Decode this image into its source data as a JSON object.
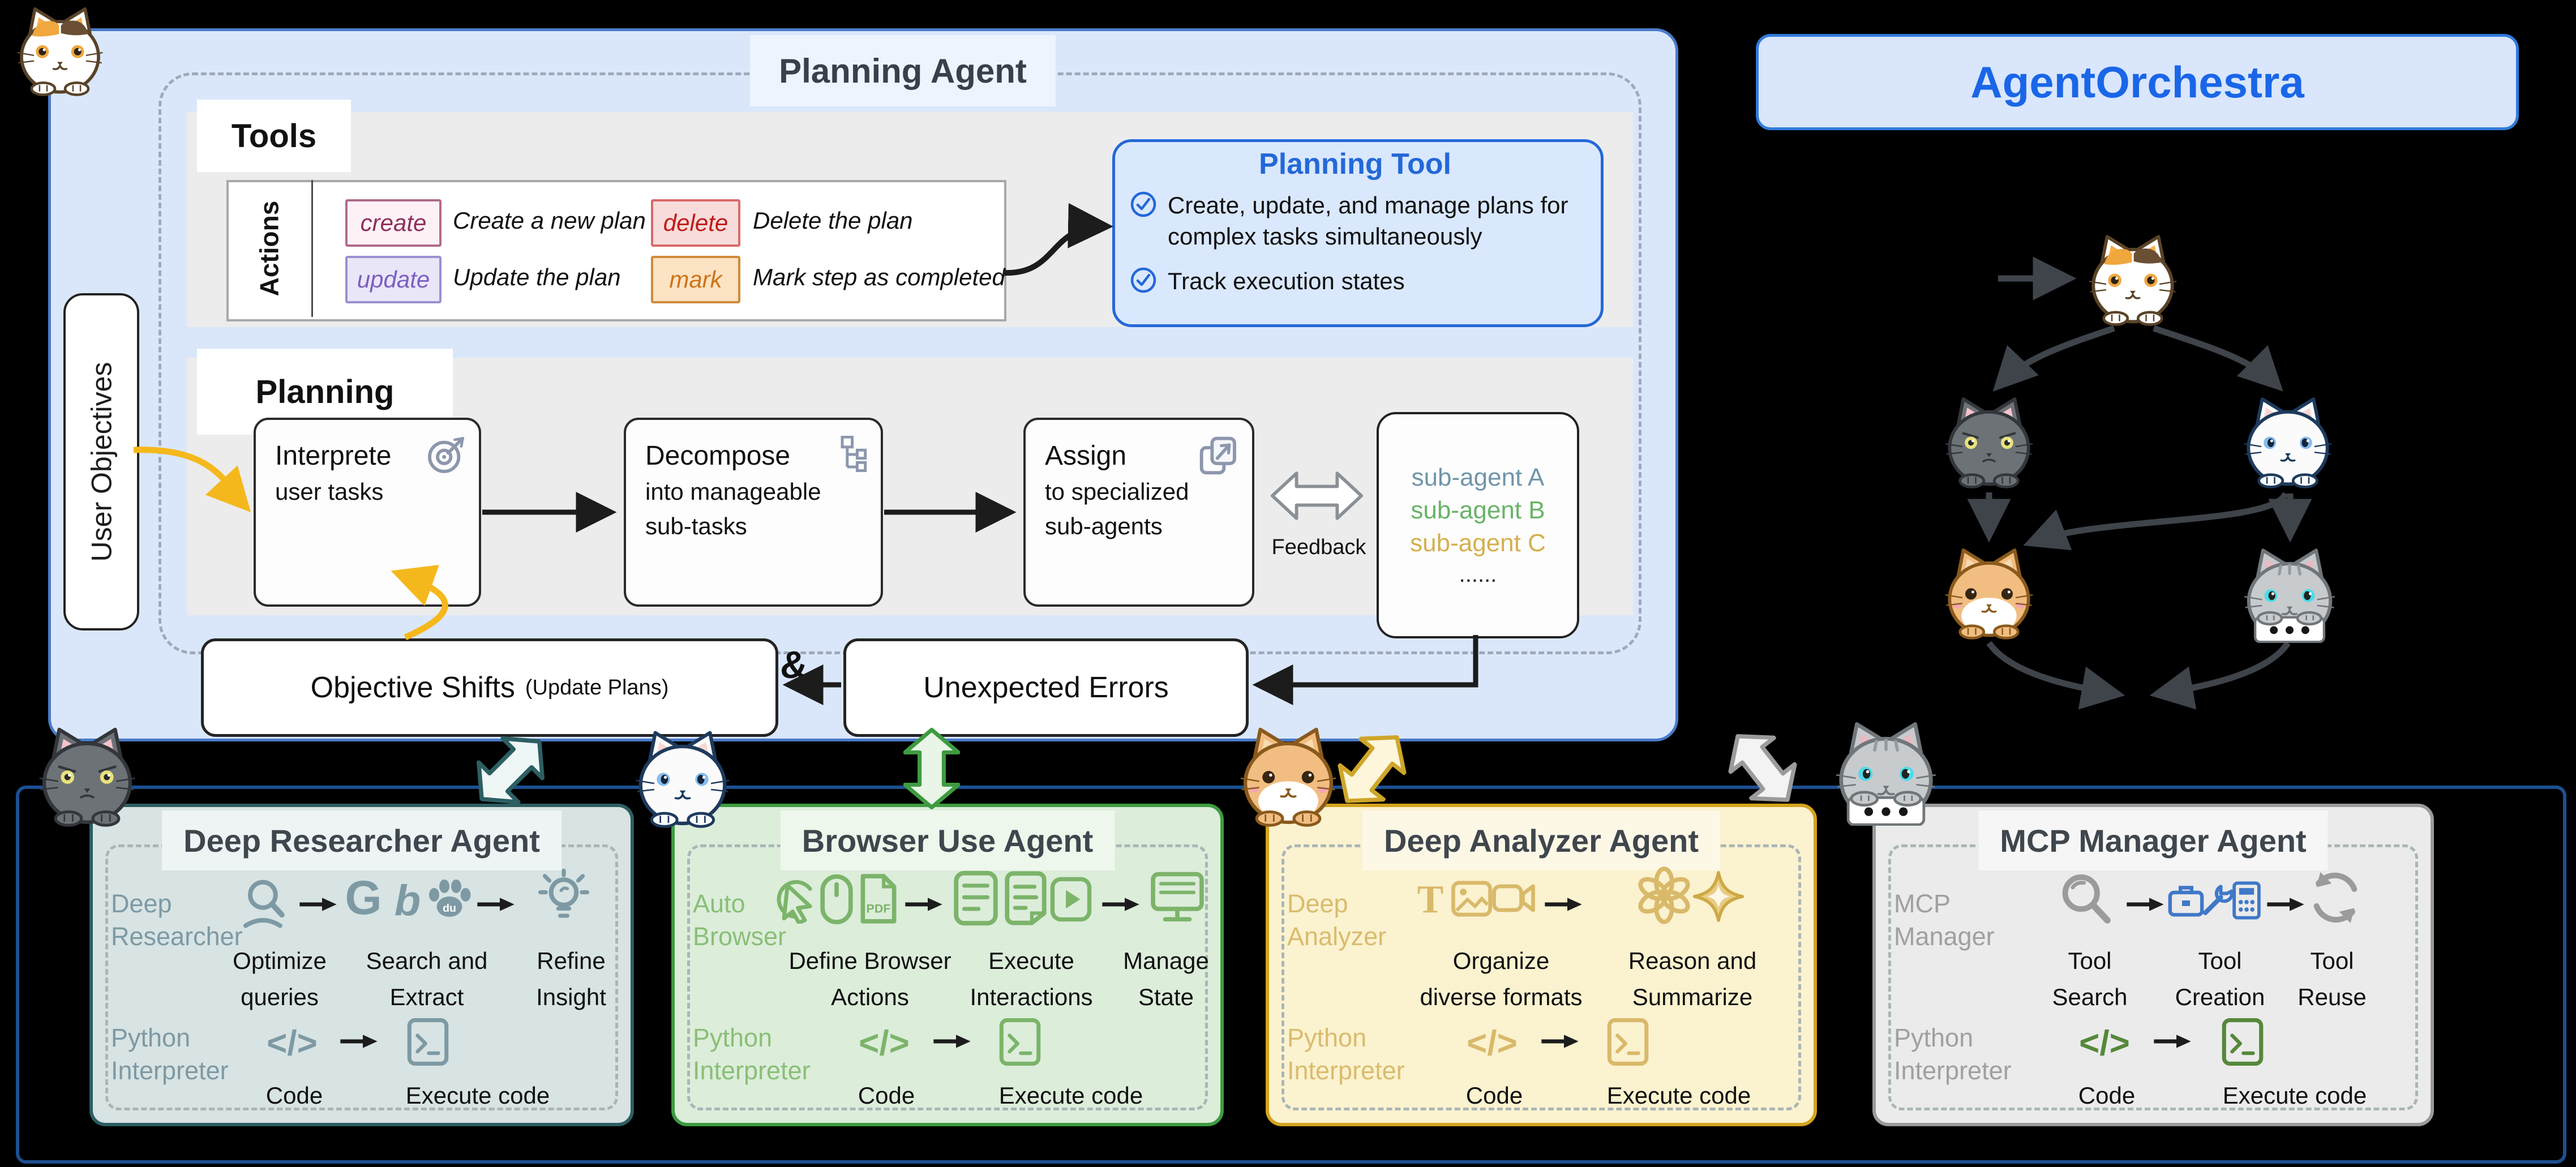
{
  "colors": {
    "planning_bg": "#dae7fb",
    "planning_border": "#4a7bc9",
    "accent_blue": "#2468d8",
    "create_tag": "#8e2f5c",
    "delete_tag": "#c11b17",
    "update_tag": "#7d5fc0",
    "mark_tag": "#ce7419",
    "subagent_a": "#7195a8",
    "subagent_b": "#69b369",
    "subagent_c": "#d4b04e",
    "researcher_theme": "#2c5e62",
    "browser_theme": "#3e9b41",
    "analyzer_theme": "#d4a31d",
    "mcp_theme": "#9a9a9a",
    "yellow_arrow": "#f5b81c",
    "bottom_border": "#1d4f91"
  },
  "planning_agent": {
    "title": "Planning Agent",
    "user_objectives": "User Objectives",
    "tools": {
      "label": "Tools",
      "actions_label": "Actions",
      "actions": [
        {
          "tag": "create",
          "desc": "Create a new plan"
        },
        {
          "tag": "delete",
          "desc": "Delete the plan"
        },
        {
          "tag": "update",
          "desc": "Update the plan"
        },
        {
          "tag": "mark",
          "desc": "Mark step as completed"
        }
      ]
    },
    "planning_tool": {
      "title": "Planning Tool",
      "bullets": [
        "Create, update, and manage plans for complex tasks simultaneously",
        "Track execution states"
      ]
    },
    "planning": {
      "label": "Planning",
      "steps": [
        [
          "Interprete",
          "user tasks"
        ],
        [
          "Decompose",
          "into manageable",
          "sub-tasks"
        ],
        [
          "Assign",
          "to specialized",
          "sub-agents"
        ]
      ],
      "feedback": "Feedback",
      "subagents": [
        "sub-agent A",
        "sub-agent B",
        "sub-agent C",
        "......"
      ]
    },
    "objective_shifts": "Objective Shifts",
    "objective_shifts_note": "(Update Plans)",
    "amp": "&",
    "unexpected_errors": "Unexpected Errors"
  },
  "orchestra": {
    "title": "AgentOrchestra"
  },
  "agents": [
    {
      "title": "Deep Researcher Agent",
      "row1_label": [
        "Deep",
        "Researcher"
      ],
      "row1_steps": [
        [
          "Optimize",
          "queries"
        ],
        [
          "Search and",
          "Extract"
        ],
        [
          "Refine",
          "Insight"
        ]
      ],
      "row2_label": [
        "Python",
        "Interpreter"
      ],
      "row2_steps": [
        [
          "Code"
        ],
        [
          "Execute code"
        ]
      ]
    },
    {
      "title": "Browser Use Agent",
      "row1_label": [
        "Auto",
        "Browser"
      ],
      "row1_steps": [
        [
          "Define Browser",
          "Actions"
        ],
        [
          "Execute",
          "Interactions"
        ],
        [
          "Manage",
          "State"
        ]
      ],
      "row2_label": [
        "Python",
        "Interpreter"
      ],
      "row2_steps": [
        [
          "Code"
        ],
        [
          "Execute code"
        ]
      ]
    },
    {
      "title": "Deep Analyzer Agent",
      "row1_label": [
        "Deep",
        "Analyzer"
      ],
      "row1_steps": [
        [
          "Organize",
          "diverse formats"
        ],
        [
          "Reason and",
          "Summarize"
        ]
      ],
      "row2_label": [
        "Python",
        "Interpreter"
      ],
      "row2_steps": [
        [
          "Code"
        ],
        [
          "Execute code"
        ]
      ]
    },
    {
      "title": "MCP Manager Agent",
      "row1_label": [
        "MCP",
        "Manager"
      ],
      "row1_steps": [
        [
          "Tool",
          "Search"
        ],
        [
          "Tool",
          "Creation"
        ],
        [
          "Tool",
          "Reuse"
        ]
      ],
      "row2_label": [
        "Python",
        "Interpreter"
      ],
      "row2_steps": [
        [
          "Code"
        ],
        [
          "Execute code"
        ]
      ]
    }
  ],
  "glyphs": {
    "code": "</>",
    "google": "G",
    "bing": "b",
    "baidu": "du",
    "pdf": "PDF",
    "letter_t": "T"
  }
}
